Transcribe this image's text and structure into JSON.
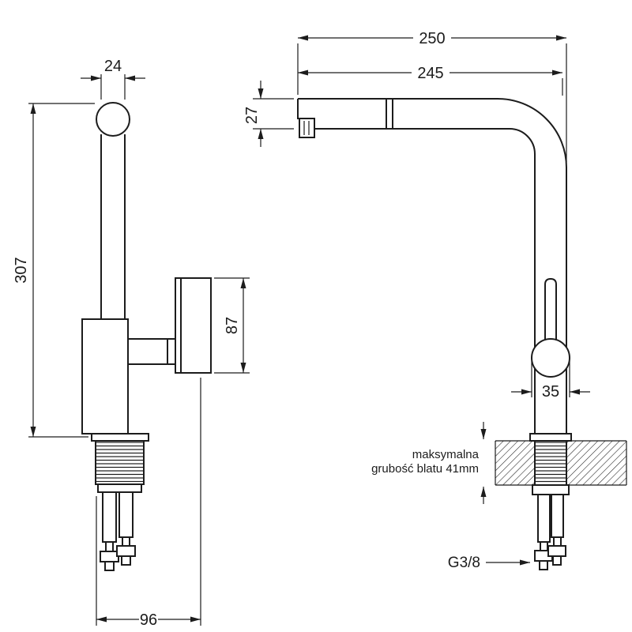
{
  "page": {
    "background_color": "#ffffff",
    "line_color": "#1c1c1c",
    "drawing_type": "faucet installation dimensions"
  },
  "side_view": {
    "dims": {
      "top_width": "24",
      "total_height": "307",
      "head_height": "87",
      "base_depth": "96"
    }
  },
  "front_view": {
    "dims": {
      "overall_depth": "250",
      "spout_reach": "245",
      "spout_height": "27",
      "handle_diameter": "35"
    },
    "counter_note": {
      "line1": "maksymalna",
      "line2": "grubość blatu 41mm"
    },
    "connection_label": "G3/8"
  }
}
